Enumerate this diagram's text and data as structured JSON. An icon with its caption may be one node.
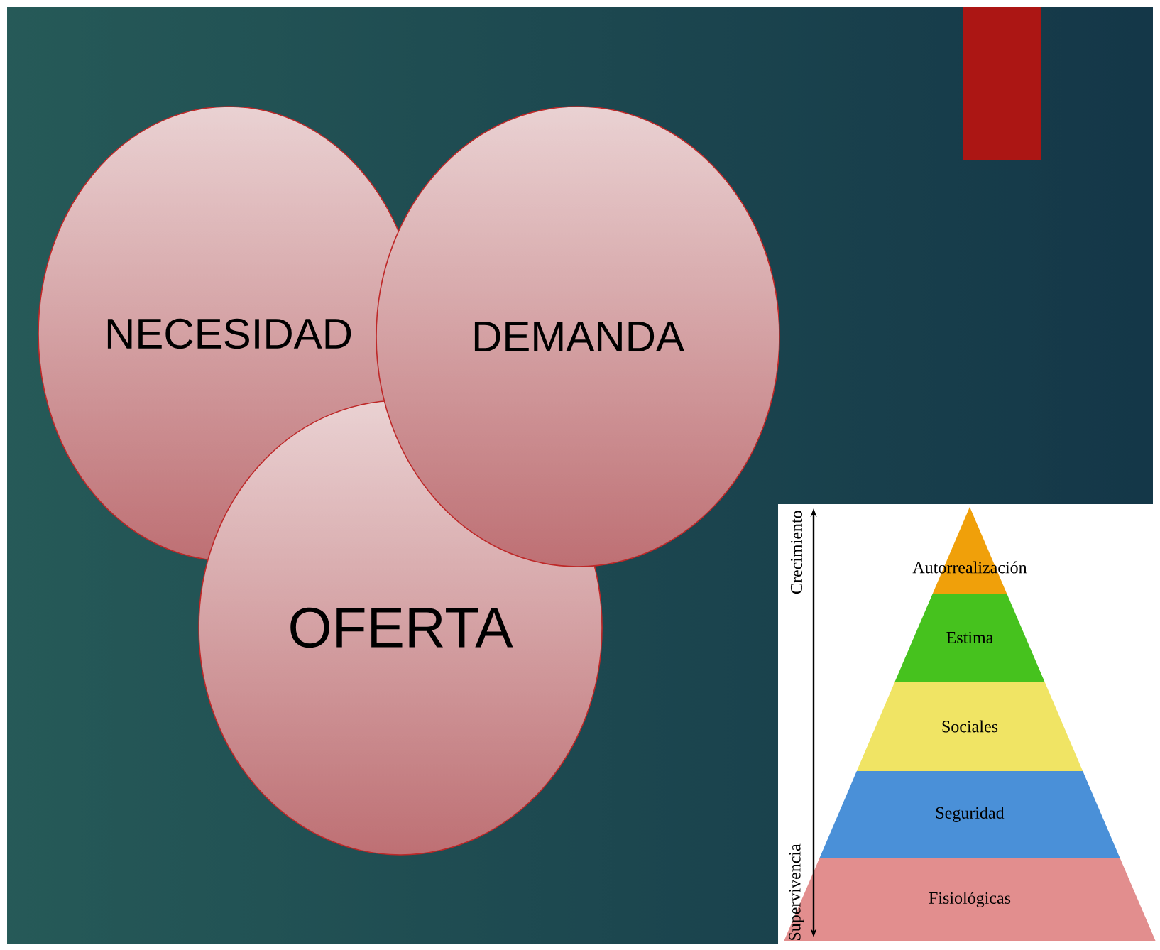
{
  "diagram": {
    "nodes": [
      {
        "text": [
          "NECESIDAD"
        ]
      },
      {
        "text": [
          "DEMANDA"
        ]
      },
      {
        "text": [
          "OFERTA"
        ]
      },
      {
        "text": [
          "Autorrealización"
        ]
      },
      {
        "text": [
          "Estima"
        ]
      },
      {
        "text": [
          "Sociales"
        ]
      },
      {
        "text": [
          "Seguridad"
        ]
      },
      {
        "text": [
          "Fisiológicas"
        ]
      }
    ],
    "labels": [
      "Crecimiento",
      "Supervivencia"
    ]
  }
}
